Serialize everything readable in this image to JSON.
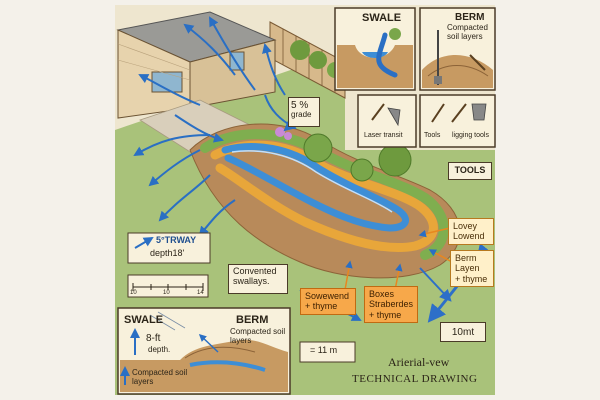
{
  "swale_inset": {
    "title": "SWALE"
  },
  "berm_inset": {
    "title": "BERM",
    "caption": "Compacted soil layers"
  },
  "grade_note": {
    "value": "5 %",
    "unit": "grade"
  },
  "tools_inset": {
    "left_caption": "Laser transit",
    "right_caption_1": "Tools",
    "right_caption_2": "ligging tools"
  },
  "tools_label": "TOOLS",
  "slope_label": {
    "line1": "5°TRWAY",
    "line2": "depth18'"
  },
  "scale_bar": {
    "ticks": [
      "10",
      "10",
      "14"
    ]
  },
  "converted_label": {
    "line1": "Convented",
    "line2": "swallays."
  },
  "plant_tags": {
    "lavender": {
      "line1": "Lovey",
      "line2": "Lowend"
    },
    "berm_layer": {
      "line1": "Berm",
      "line2": "Layen",
      "line3": "+ thyme"
    },
    "sowewend": {
      "line1": "Sowewend",
      "line2": "+ thyme"
    },
    "strawberries": {
      "line1": "Boxes",
      "line2": "Straberdes",
      "line3": "+ thyme"
    }
  },
  "distance_label": "10mt",
  "section": {
    "swale_title": "SWALE",
    "depth_line1": "8-ft",
    "depth_line2": "depth.",
    "berm_title": "BERM",
    "berm_caption": "Compacted soil layers",
    "bottom_caption": "Compacted soil layers"
  },
  "measure_box": "= 11 m",
  "drawing_title": {
    "line1": "Arierial-vew",
    "line2": "TECHNICAL DRAWING"
  },
  "colors": {
    "water": "#3d8ed6",
    "arrow": "#2a6fc4",
    "berm_orange": "#e8a63a",
    "grass": "#7fae4f",
    "soil": "#b88a5a"
  }
}
